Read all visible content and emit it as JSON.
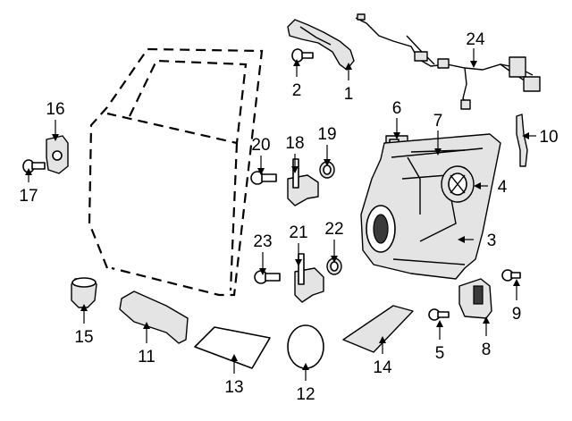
{
  "diagram": {
    "callouts": [
      {
        "id": "1",
        "label": "1"
      },
      {
        "id": "2",
        "label": "2"
      },
      {
        "id": "3",
        "label": "3"
      },
      {
        "id": "4",
        "label": "4"
      },
      {
        "id": "5",
        "label": "5"
      },
      {
        "id": "6",
        "label": "6"
      },
      {
        "id": "7",
        "label": "7"
      },
      {
        "id": "8",
        "label": "8"
      },
      {
        "id": "9",
        "label": "9"
      },
      {
        "id": "10",
        "label": "10"
      },
      {
        "id": "11",
        "label": "11"
      },
      {
        "id": "12",
        "label": "12"
      },
      {
        "id": "13",
        "label": "13"
      },
      {
        "id": "14",
        "label": "14"
      },
      {
        "id": "15",
        "label": "15"
      },
      {
        "id": "16",
        "label": "16"
      },
      {
        "id": "17",
        "label": "17"
      },
      {
        "id": "18",
        "label": "18"
      },
      {
        "id": "19",
        "label": "19"
      },
      {
        "id": "20",
        "label": "20"
      },
      {
        "id": "21",
        "label": "21"
      },
      {
        "id": "22",
        "label": "22"
      },
      {
        "id": "23",
        "label": "23"
      },
      {
        "id": "24",
        "label": "24"
      }
    ]
  }
}
